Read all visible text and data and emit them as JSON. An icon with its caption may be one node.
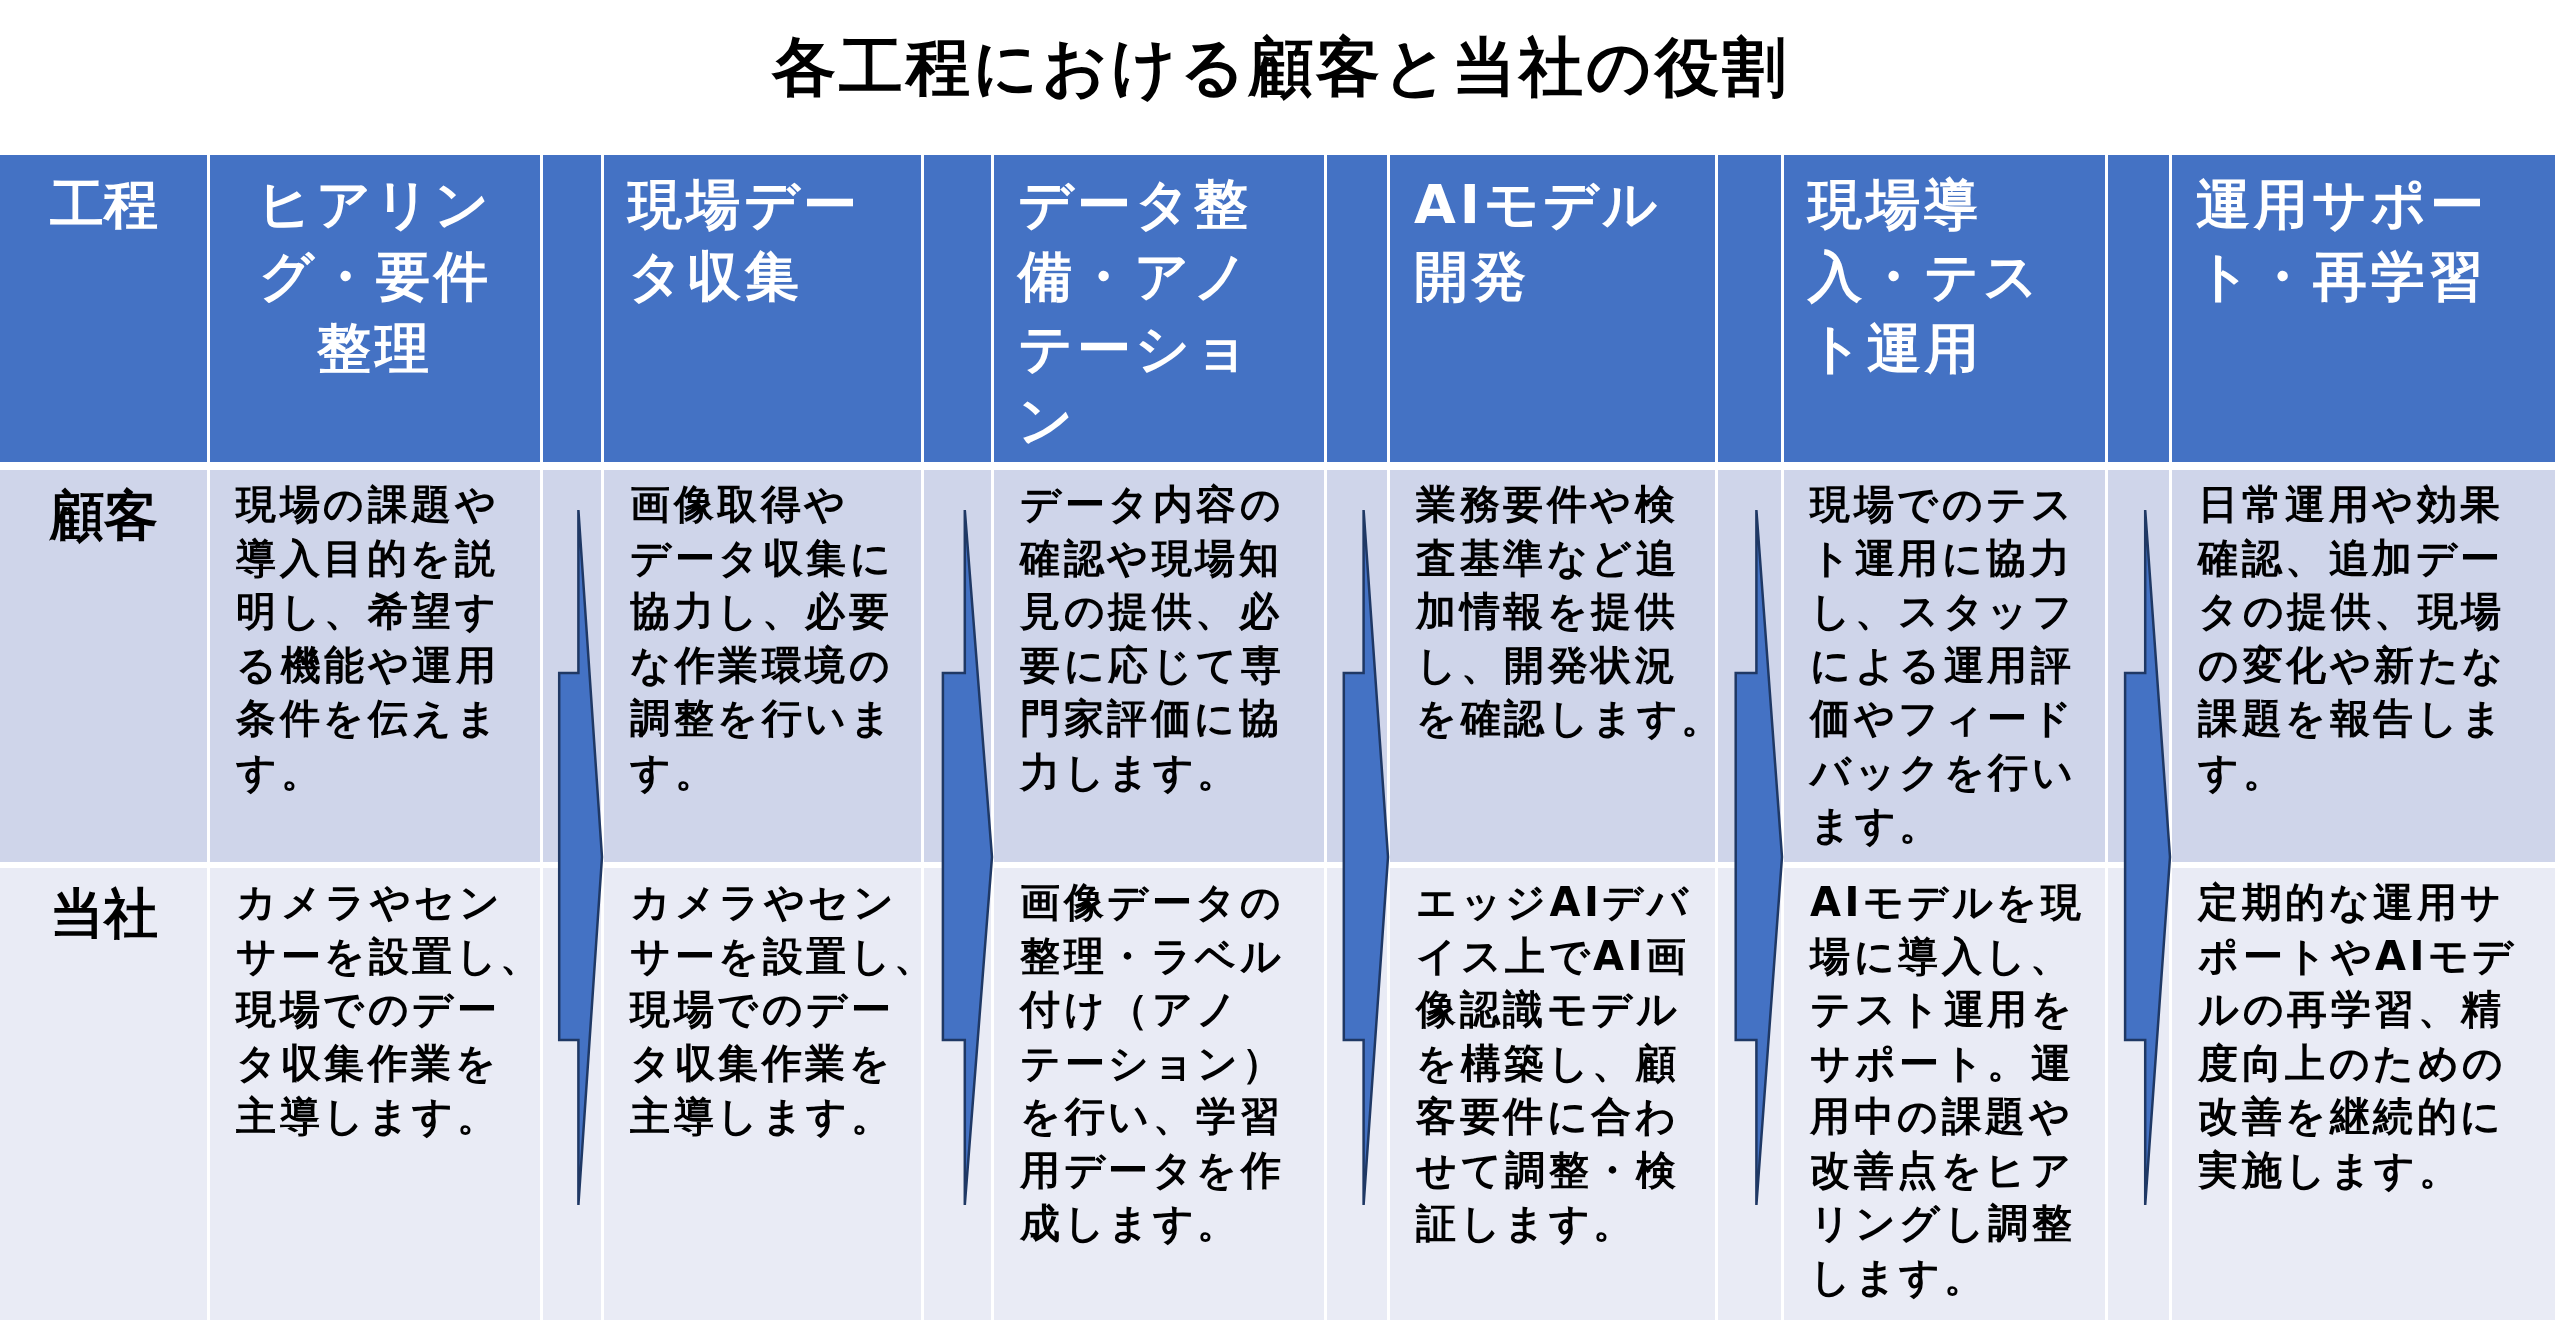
{
  "diagram": {
    "title": "各工程における顧客と当社の役割",
    "nodes": [
      {
        "text": [
          "ヒアリング・要件整理",
          "現場の課題や導入目的を説明し、希望する機能や運用条件を伝えます。",
          "カメラやセンサーを設置し、現場でのデータ収集作業を主導します。"
        ]
      },
      {
        "text": [
          "現場データ収集",
          "画像取得やデータ収集に協力し、必要な作業環境の調整を行います。",
          "カメラやセンサーを設置し、現場でのデータ収集作業を主導します。"
        ]
      },
      {
        "text": [
          "データ整備・アノテーション",
          "データ内容の確認や現場知見の提供、必要に応じて専門家評価に協力します。",
          "画像データの整理・ラベル付け（アノテーション）を行い、学習用データを作成します。"
        ]
      },
      {
        "text": [
          "AIモデル開発",
          "業務要件や検査基準など追加情報を提供し、開発状況を確認します。",
          "エッジAIデバイス上でAI画像認識モデルを構築し、顧客要件に合わせて調整・検証します。"
        ]
      },
      {
        "text": [
          "現場導入・テスト運用",
          "現場でのテスト運用に協力し、スタッフによる運用評価やフィードバックを行います。",
          "AIモデルを現場に導入し、テスト運用をサポート。運用中の課題や改善点をヒアリングし調整します。"
        ]
      },
      {
        "text": [
          "運用サポート・再学習",
          "日常運用や効果確認、追加データの提供、現場の変化や新たな課題を報告します。",
          "定期的な運用サポートやAIモデルの再学習、精度向上のための改善を継続的に実施します。"
        ]
      }
    ],
    "edges": [
      {
        "from": 0,
        "to": 1,
        "arrow": "to"
      },
      {
        "from": 1,
        "to": 2,
        "arrow": "to"
      },
      {
        "from": 2,
        "to": 3,
        "arrow": "to"
      },
      {
        "from": 3,
        "to": 4,
        "arrow": "to"
      },
      {
        "from": 4,
        "to": 5,
        "arrow": "to"
      }
    ],
    "labels": [
      "工程",
      "顧客",
      "当社"
    ]
  }
}
